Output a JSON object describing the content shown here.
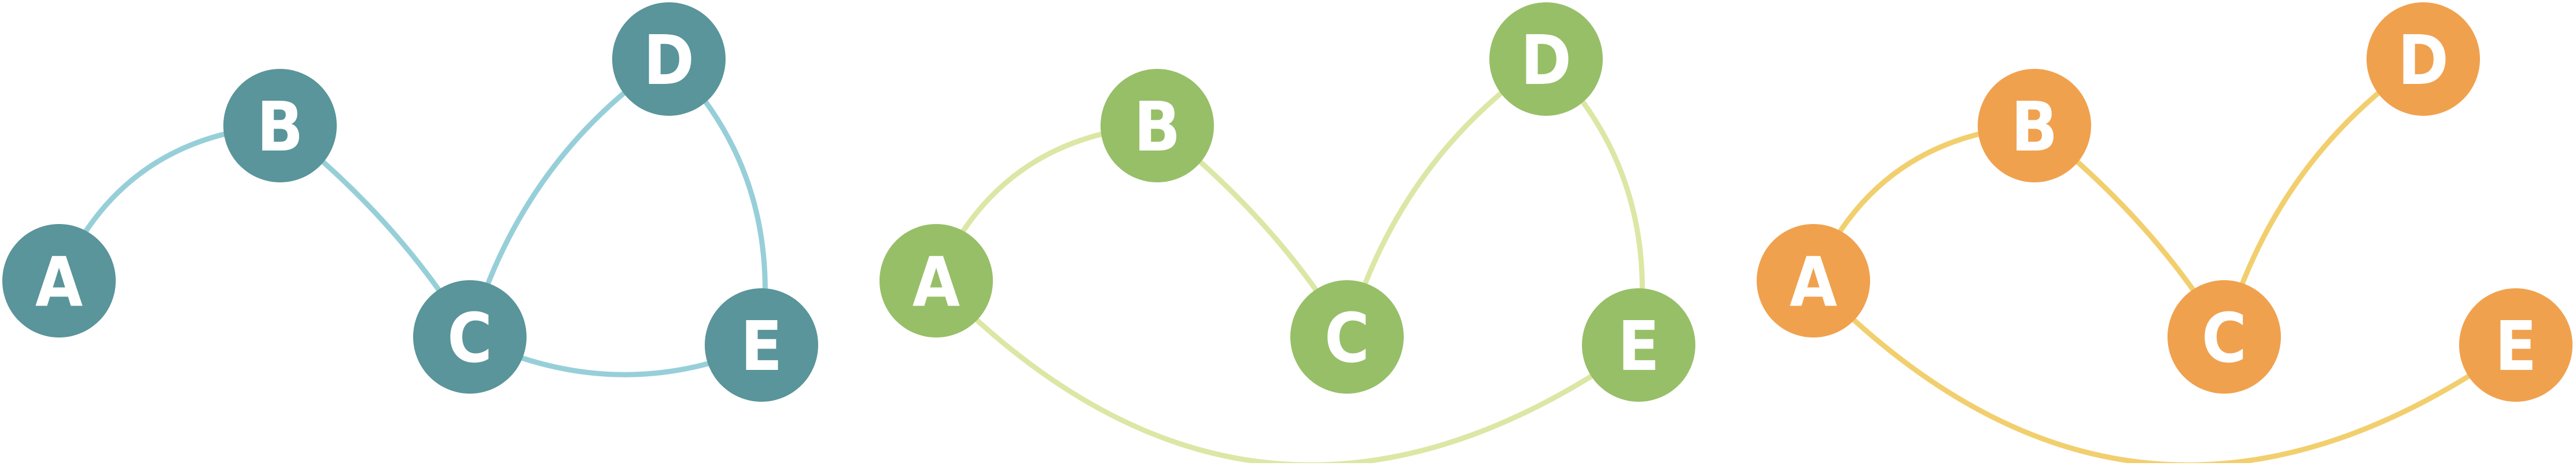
{
  "graphs": [
    {
      "node_color": "#59959A",
      "edge_color": "#97CFD9",
      "label_color": "#FFFFFF",
      "nodes": [
        {
          "id": "A",
          "label": "A"
        },
        {
          "id": "B",
          "label": "B"
        },
        {
          "id": "C",
          "label": "C"
        },
        {
          "id": "D",
          "label": "D"
        },
        {
          "id": "E",
          "label": "E"
        }
      ],
      "edges": [
        [
          "A",
          "B"
        ],
        [
          "B",
          "C"
        ],
        [
          "C",
          "D"
        ],
        [
          "D",
          "E"
        ],
        [
          "C",
          "E"
        ]
      ]
    },
    {
      "node_color": "#97BF68",
      "edge_color": "#DBE7A4",
      "label_color": "#FFFFFF",
      "nodes": [
        {
          "id": "A",
          "label": "A"
        },
        {
          "id": "B",
          "label": "B"
        },
        {
          "id": "C",
          "label": "C"
        },
        {
          "id": "D",
          "label": "D"
        },
        {
          "id": "E",
          "label": "E"
        }
      ],
      "edges": [
        [
          "A",
          "B"
        ],
        [
          "B",
          "C"
        ],
        [
          "C",
          "D"
        ],
        [
          "D",
          "E"
        ],
        [
          "A",
          "E"
        ]
      ]
    },
    {
      "node_color": "#F0A14E",
      "edge_color": "#F2CF6E",
      "label_color": "#FFFFFF",
      "nodes": [
        {
          "id": "A",
          "label": "A"
        },
        {
          "id": "B",
          "label": "B"
        },
        {
          "id": "C",
          "label": "C"
        },
        {
          "id": "D",
          "label": "D"
        },
        {
          "id": "E",
          "label": "E"
        }
      ],
      "edges": [
        [
          "A",
          "B"
        ],
        [
          "B",
          "C"
        ],
        [
          "C",
          "D"
        ],
        [
          "A",
          "E"
        ]
      ]
    }
  ]
}
